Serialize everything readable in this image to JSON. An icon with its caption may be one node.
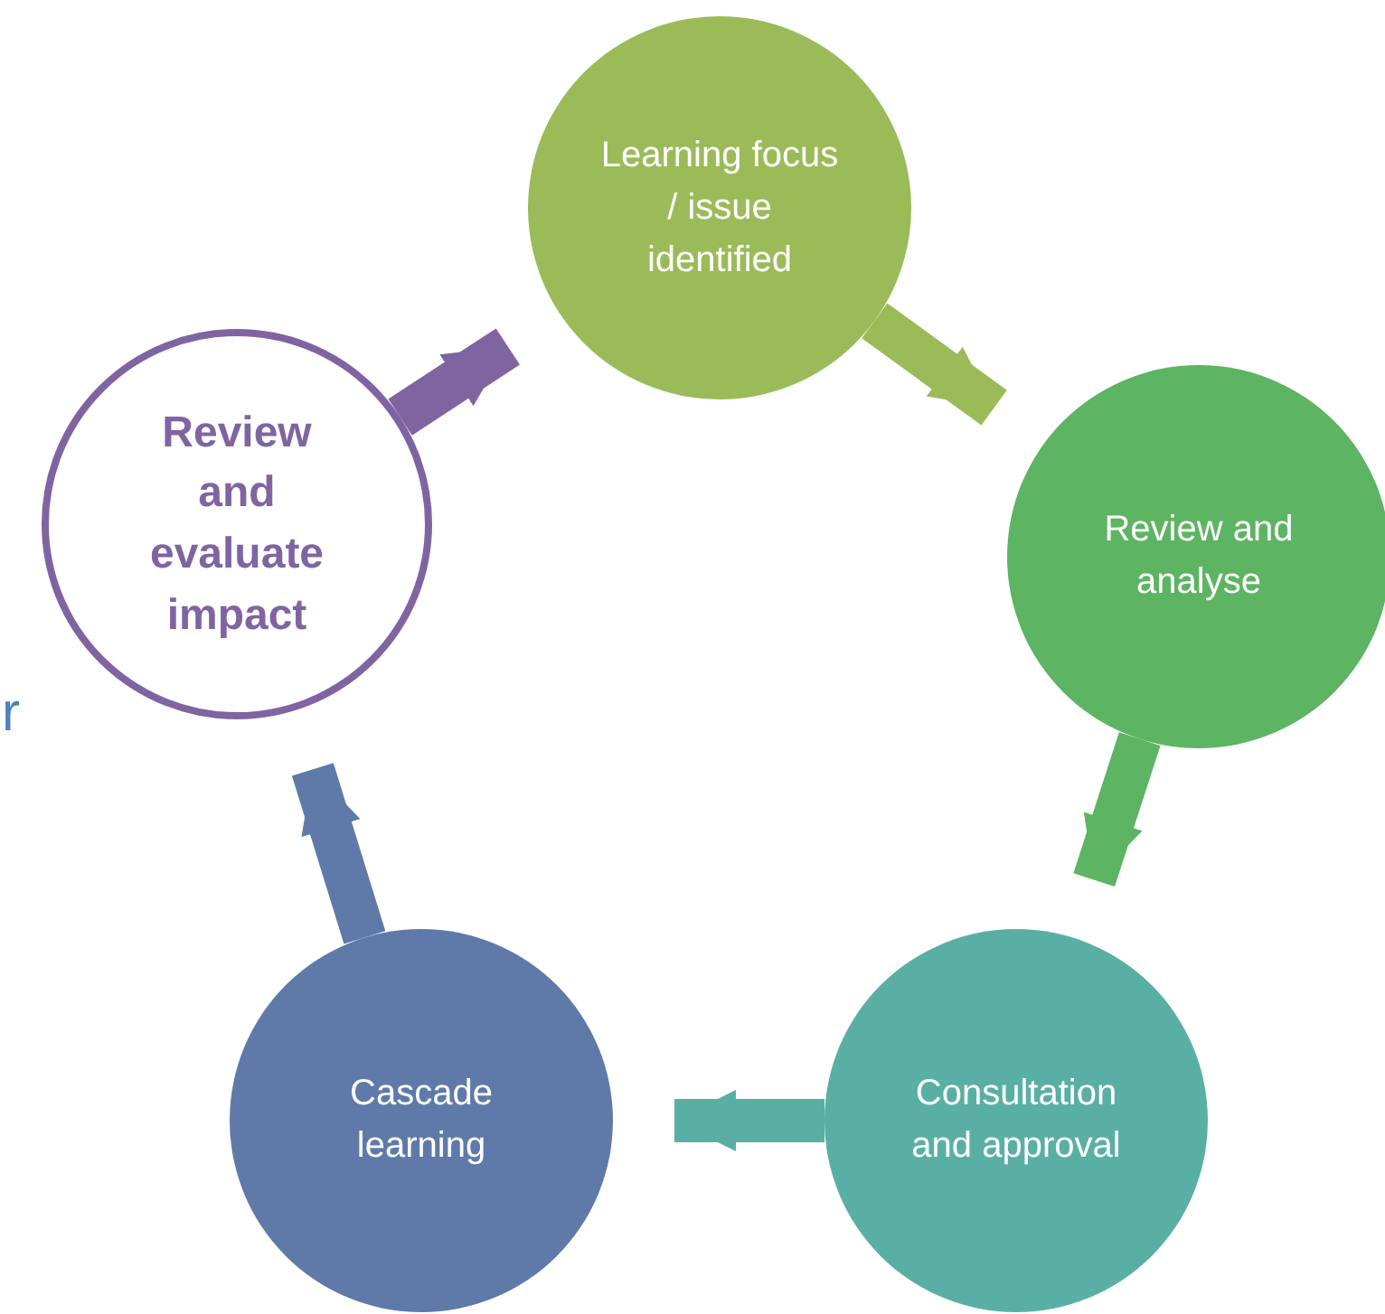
{
  "diagram": {
    "nodes": [
      {
        "text": [
          "Learning focus / issue identified"
        ]
      },
      {
        "text": [
          "Review and analyse"
        ]
      },
      {
        "text": [
          "Consultation and approval"
        ]
      },
      {
        "text": [
          "Cascade learning"
        ]
      },
      {
        "text": [
          "Review and evaluate impact"
        ]
      }
    ],
    "edges": [
      {
        "from": 0,
        "to": 1,
        "arrow": "to",
        "color": "#9bbb59"
      },
      {
        "from": 1,
        "to": 2,
        "arrow": "to",
        "color": "#5db462"
      },
      {
        "from": 2,
        "to": 3,
        "arrow": "to",
        "color": "#5aafa5"
      },
      {
        "from": 3,
        "to": 4,
        "arrow": "to",
        "color": "#5f7aa8"
      },
      {
        "from": 4,
        "to": 0,
        "arrow": "to",
        "color": "#8064a2"
      }
    ],
    "labels": [
      "r"
    ]
  }
}
